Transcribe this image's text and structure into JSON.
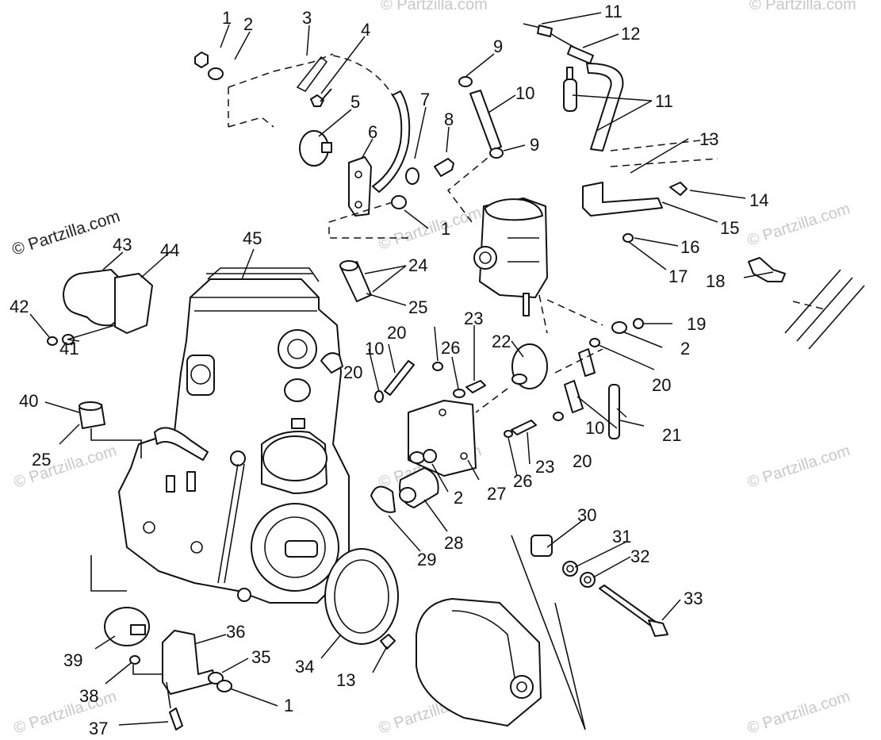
{
  "watermark": {
    "main_text": "© Partzilla.com",
    "repeat_text": "© Partzilla.com"
  },
  "callouts": [
    {
      "id": "c1a",
      "number": "1"
    },
    {
      "id": "c2a",
      "number": "2"
    },
    {
      "id": "c3",
      "number": "3"
    },
    {
      "id": "c4",
      "number": "4"
    },
    {
      "id": "c5",
      "number": "5"
    },
    {
      "id": "c6",
      "number": "6"
    },
    {
      "id": "c7",
      "number": "7"
    },
    {
      "id": "c8",
      "number": "8"
    },
    {
      "id": "c9a",
      "number": "9"
    },
    {
      "id": "c9b",
      "number": "9"
    },
    {
      "id": "c10a",
      "number": "10"
    },
    {
      "id": "c11a",
      "number": "11"
    },
    {
      "id": "c11b",
      "number": "11"
    },
    {
      "id": "c12",
      "number": "12"
    },
    {
      "id": "c13a",
      "number": "13"
    },
    {
      "id": "c14",
      "number": "14"
    },
    {
      "id": "c15",
      "number": "15"
    },
    {
      "id": "c16",
      "number": "16"
    },
    {
      "id": "c17",
      "number": "17"
    },
    {
      "id": "c18",
      "number": "18"
    },
    {
      "id": "c1b",
      "number": "1"
    },
    {
      "id": "c24",
      "number": "24"
    },
    {
      "id": "c25a",
      "number": "25"
    },
    {
      "id": "c45",
      "number": "45"
    },
    {
      "id": "c43",
      "number": "43"
    },
    {
      "id": "c44",
      "number": "44"
    },
    {
      "id": "c42",
      "number": "42"
    },
    {
      "id": "c41",
      "number": "41"
    },
    {
      "id": "c40",
      "number": "40"
    },
    {
      "id": "c25b",
      "number": "25"
    },
    {
      "id": "c19",
      "number": "19"
    },
    {
      "id": "c2b",
      "number": "2"
    },
    {
      "id": "c20a",
      "number": "20"
    },
    {
      "id": "c20b",
      "number": "20"
    },
    {
      "id": "c20c",
      "number": "20"
    },
    {
      "id": "c20d",
      "number": "20"
    },
    {
      "id": "c10b",
      "number": "10"
    },
    {
      "id": "c10c",
      "number": "10"
    },
    {
      "id": "c21",
      "number": "21"
    },
    {
      "id": "c22",
      "number": "22"
    },
    {
      "id": "c23a",
      "number": "23"
    },
    {
      "id": "c23b",
      "number": "23"
    },
    {
      "id": "c26a",
      "number": "26"
    },
    {
      "id": "c26b",
      "number": "26"
    },
    {
      "id": "c27",
      "number": "27"
    },
    {
      "id": "c2c",
      "number": "2"
    },
    {
      "id": "c28",
      "number": "28"
    },
    {
      "id": "c29",
      "number": "29"
    },
    {
      "id": "c30",
      "number": "30"
    },
    {
      "id": "c31",
      "number": "31"
    },
    {
      "id": "c32",
      "number": "32"
    },
    {
      "id": "c33",
      "number": "33"
    },
    {
      "id": "c34",
      "number": "34"
    },
    {
      "id": "c13b",
      "number": "13"
    },
    {
      "id": "c35",
      "number": "35"
    },
    {
      "id": "c36",
      "number": "36"
    },
    {
      "id": "c39",
      "number": "39"
    },
    {
      "id": "c38",
      "number": "38"
    },
    {
      "id": "c37",
      "number": "37"
    },
    {
      "id": "c1c",
      "number": "1"
    }
  ]
}
